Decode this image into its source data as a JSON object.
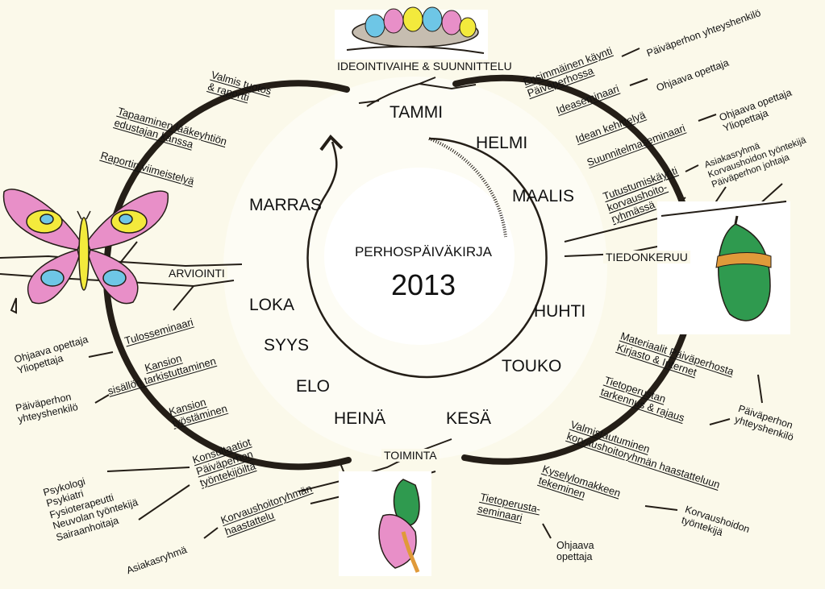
{
  "center": {
    "title": "PERHOSPÄIVÄKIRJA",
    "year": "2013"
  },
  "phases": {
    "top": "IDEOINTIVAIHE & SUUNNITTELU",
    "right": "TIEDONKERUU",
    "bottom": "TOIMINTA",
    "left": "ARVIOINTI"
  },
  "months": {
    "tammi": "TAMMI",
    "helmi": "HELMI",
    "maalis": "MAALIS",
    "huhti": "HUHTI",
    "touko": "TOUKO",
    "kesa": "KESÄ",
    "heina": "HEINÄ",
    "elo": "ELO",
    "syys": "SYYS",
    "loka": "LOKA",
    "marras": "MARRAS"
  },
  "activities": {
    "ensimmainen": [
      "Ensimmäinen käynti",
      "Päiväperhossa"
    ],
    "ensimmainen_person": "Päiväperhon yhteyshenkilö",
    "ideaseminaari": "Ideaseminaari",
    "ideaseminaari_person": "Ohjaava opettaja",
    "idean_kehittely": "Idean kehittelyä",
    "suunnitelmaseminaari": "Suunnitelmaseminaari",
    "suunnitelma_persons": [
      "Ohjaava opettaja",
      "Yliopettaja"
    ],
    "tutustumiskaynti": [
      "Tutustumiskäynti",
      "korvaushoito-",
      "ryhmässä"
    ],
    "tutustumis_persons": [
      "Asiakasryhmä",
      "Korvaushoidon työntekijä",
      "Päiväperhon johtaja"
    ],
    "materiaalit": [
      "Materiaalit Päiväperhosta",
      "Kirjasto & Internet"
    ],
    "tietoperustan": [
      "Tietoperustan",
      "tarkennus & rajaus"
    ],
    "paivaperho_person": [
      "Päiväperhon",
      "yhteyshenkilö"
    ],
    "valmistautuminen": [
      "Valmistautuminen",
      "korvaushoitoryhmän haastatteluun"
    ],
    "kyselylomake": [
      "Kyselylomakkeen",
      "tekeminen"
    ],
    "korvaushoidon_person": [
      "Korvaushoidon",
      "työntekijä"
    ],
    "tietoperustaseminaari": [
      "Tietoperusta-",
      "seminaari"
    ],
    "tietoperusta_person": [
      "Ohjaava",
      "opettaja"
    ],
    "valmis": [
      "Valmis tuotos",
      "& raportti"
    ],
    "tapaaminen": [
      "Tapaaminen lääkeyhtiön",
      "edustajan kanssa"
    ],
    "raportin": "Raportin viimeistelyä",
    "tulosseminaari": "Tulosseminaari",
    "tulos_persons": [
      "Ohjaava opettaja",
      "Yliopettaja"
    ],
    "kansion_tark": [
      "Kansion",
      "sisällön tarkistuttaminen"
    ],
    "kansion_persons": [
      "Päiväperhon",
      "yhteyshenkilö"
    ],
    "kansion_tyost": [
      "Kansion",
      "työstäminen"
    ],
    "konsultaatiot": [
      "Konsultaatiot",
      "Päiväperhon",
      "työntekijöiltä"
    ],
    "konsult_persons": [
      "Psykologi",
      "Psykiatri",
      "Fysioterapeutti",
      "Neuvolan työntekijä",
      "Sairaanhoitaja"
    ],
    "korvausryhman": [
      "Korvaushoitoryhmän",
      "haastattelu"
    ],
    "asiakasryhma": "Asiakasryhmä"
  },
  "colors": {
    "background": "#fbf9ea",
    "ring": "#241e17",
    "butterfly_pink": "#e88fc8",
    "butterfly_yellow": "#f3ea3c",
    "butterfly_blue": "#6ec6e6",
    "chrysalis_green": "#2f9a4f",
    "chrysalis_orange": "#e09a3a"
  }
}
